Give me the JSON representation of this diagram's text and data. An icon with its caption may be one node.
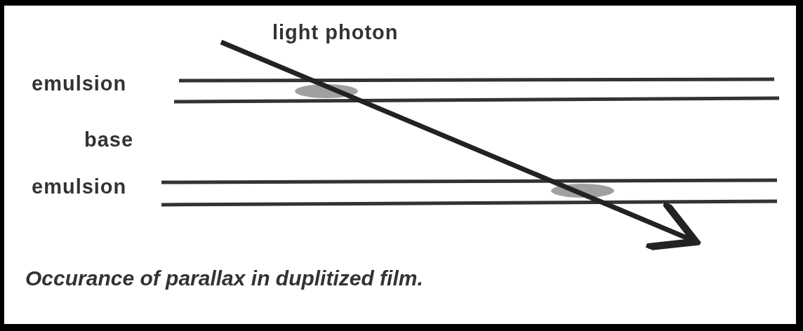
{
  "diagram": {
    "caption": "Occurance of parallax in duplitized film.",
    "labels": [
      "light photon",
      "emulsion",
      "base",
      "emulsion"
    ]
  }
}
